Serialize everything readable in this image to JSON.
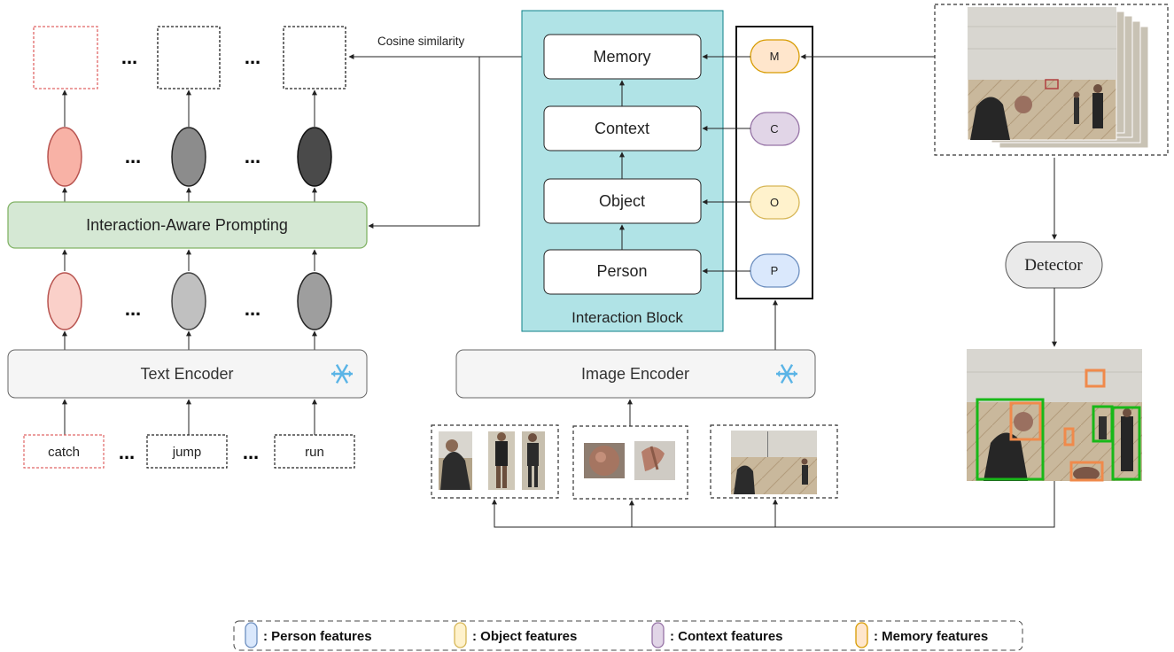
{
  "text_branch": {
    "prompting_label": "Interaction-Aware Prompting",
    "encoder_label": "Text Encoder",
    "words": [
      "catch",
      "jump",
      "run"
    ],
    "ellipsis": "..."
  },
  "similarity_label": "Cosine similarity",
  "interaction_block": {
    "title": "Interaction Block",
    "layers": [
      "Memory",
      "Context",
      "Object",
      "Person"
    ],
    "features": [
      "M",
      "C",
      "O",
      "P"
    ]
  },
  "image_branch": {
    "encoder_label": "Image Encoder"
  },
  "detector_label": "Detector",
  "frozen_icon": "snowflake-icon",
  "legend": [
    {
      "label": ": Person features",
      "color": "#dae8fc",
      "stroke": "#6c8ebf"
    },
    {
      "label": ": Object features",
      "color": "#fff2cc",
      "stroke": "#d6b656"
    },
    {
      "label": ": Context features",
      "color": "#e1d5e7",
      "stroke": "#9673a6"
    },
    {
      "label": ": Memory features",
      "color": "#ffe6cc",
      "stroke": "#d79b00"
    }
  ],
  "colors": {
    "prompting_fill": "#d5e8d4",
    "prompting_stroke": "#82b366",
    "block_fill": "#b0e3e6",
    "block_stroke": "#0e8088",
    "encoder_fill": "#f5f5f5",
    "red": "#b85450"
  }
}
